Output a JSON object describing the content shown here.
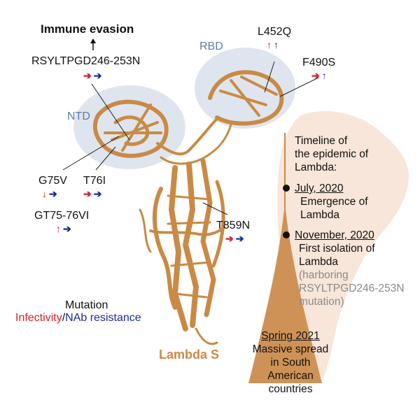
{
  "top_label": "Immune evasion",
  "domains": {
    "ntd": "NTD",
    "rbd": "RBD"
  },
  "mutations": {
    "rsyltpgd": "RSYLTPGD246-253N",
    "l452q": "L452Q",
    "f490s": "F490S",
    "g75v": "G75V",
    "t76i": "T76I",
    "gt75": "GT75-76VI",
    "t859n": "T859N"
  },
  "arrow_glyphs": {
    "right": "➔",
    "up": "↑"
  },
  "legend": {
    "title": "Mutation",
    "infectivity": "Infectivity",
    "separator": "/",
    "nab": "NAb resistance"
  },
  "protein_label": "Lambda S",
  "timeline": {
    "heading_lines": [
      "Timeline of",
      "the epidemic of",
      "Lambda:"
    ],
    "events": [
      {
        "date": "July, 2020",
        "lines": [
          "Emergence of",
          "Lambda"
        ]
      },
      {
        "date": "November, 2020",
        "lines": [
          "First isolation of",
          "Lambda"
        ],
        "note_lines": [
          "(harboring",
          "RSYLTPGD246-253N",
          "mutation)"
        ]
      }
    ],
    "final": {
      "date": "Spring 2021",
      "lines": [
        "Massive spread",
        "in South American",
        "countries"
      ]
    }
  },
  "colors": {
    "red": "#d0202a",
    "blue": "#1d2b9c",
    "domain_fill": "#dfe5ee",
    "protein": "#c98a45",
    "timeline_cone": "#cf9256",
    "map": "#f7e6d9"
  }
}
